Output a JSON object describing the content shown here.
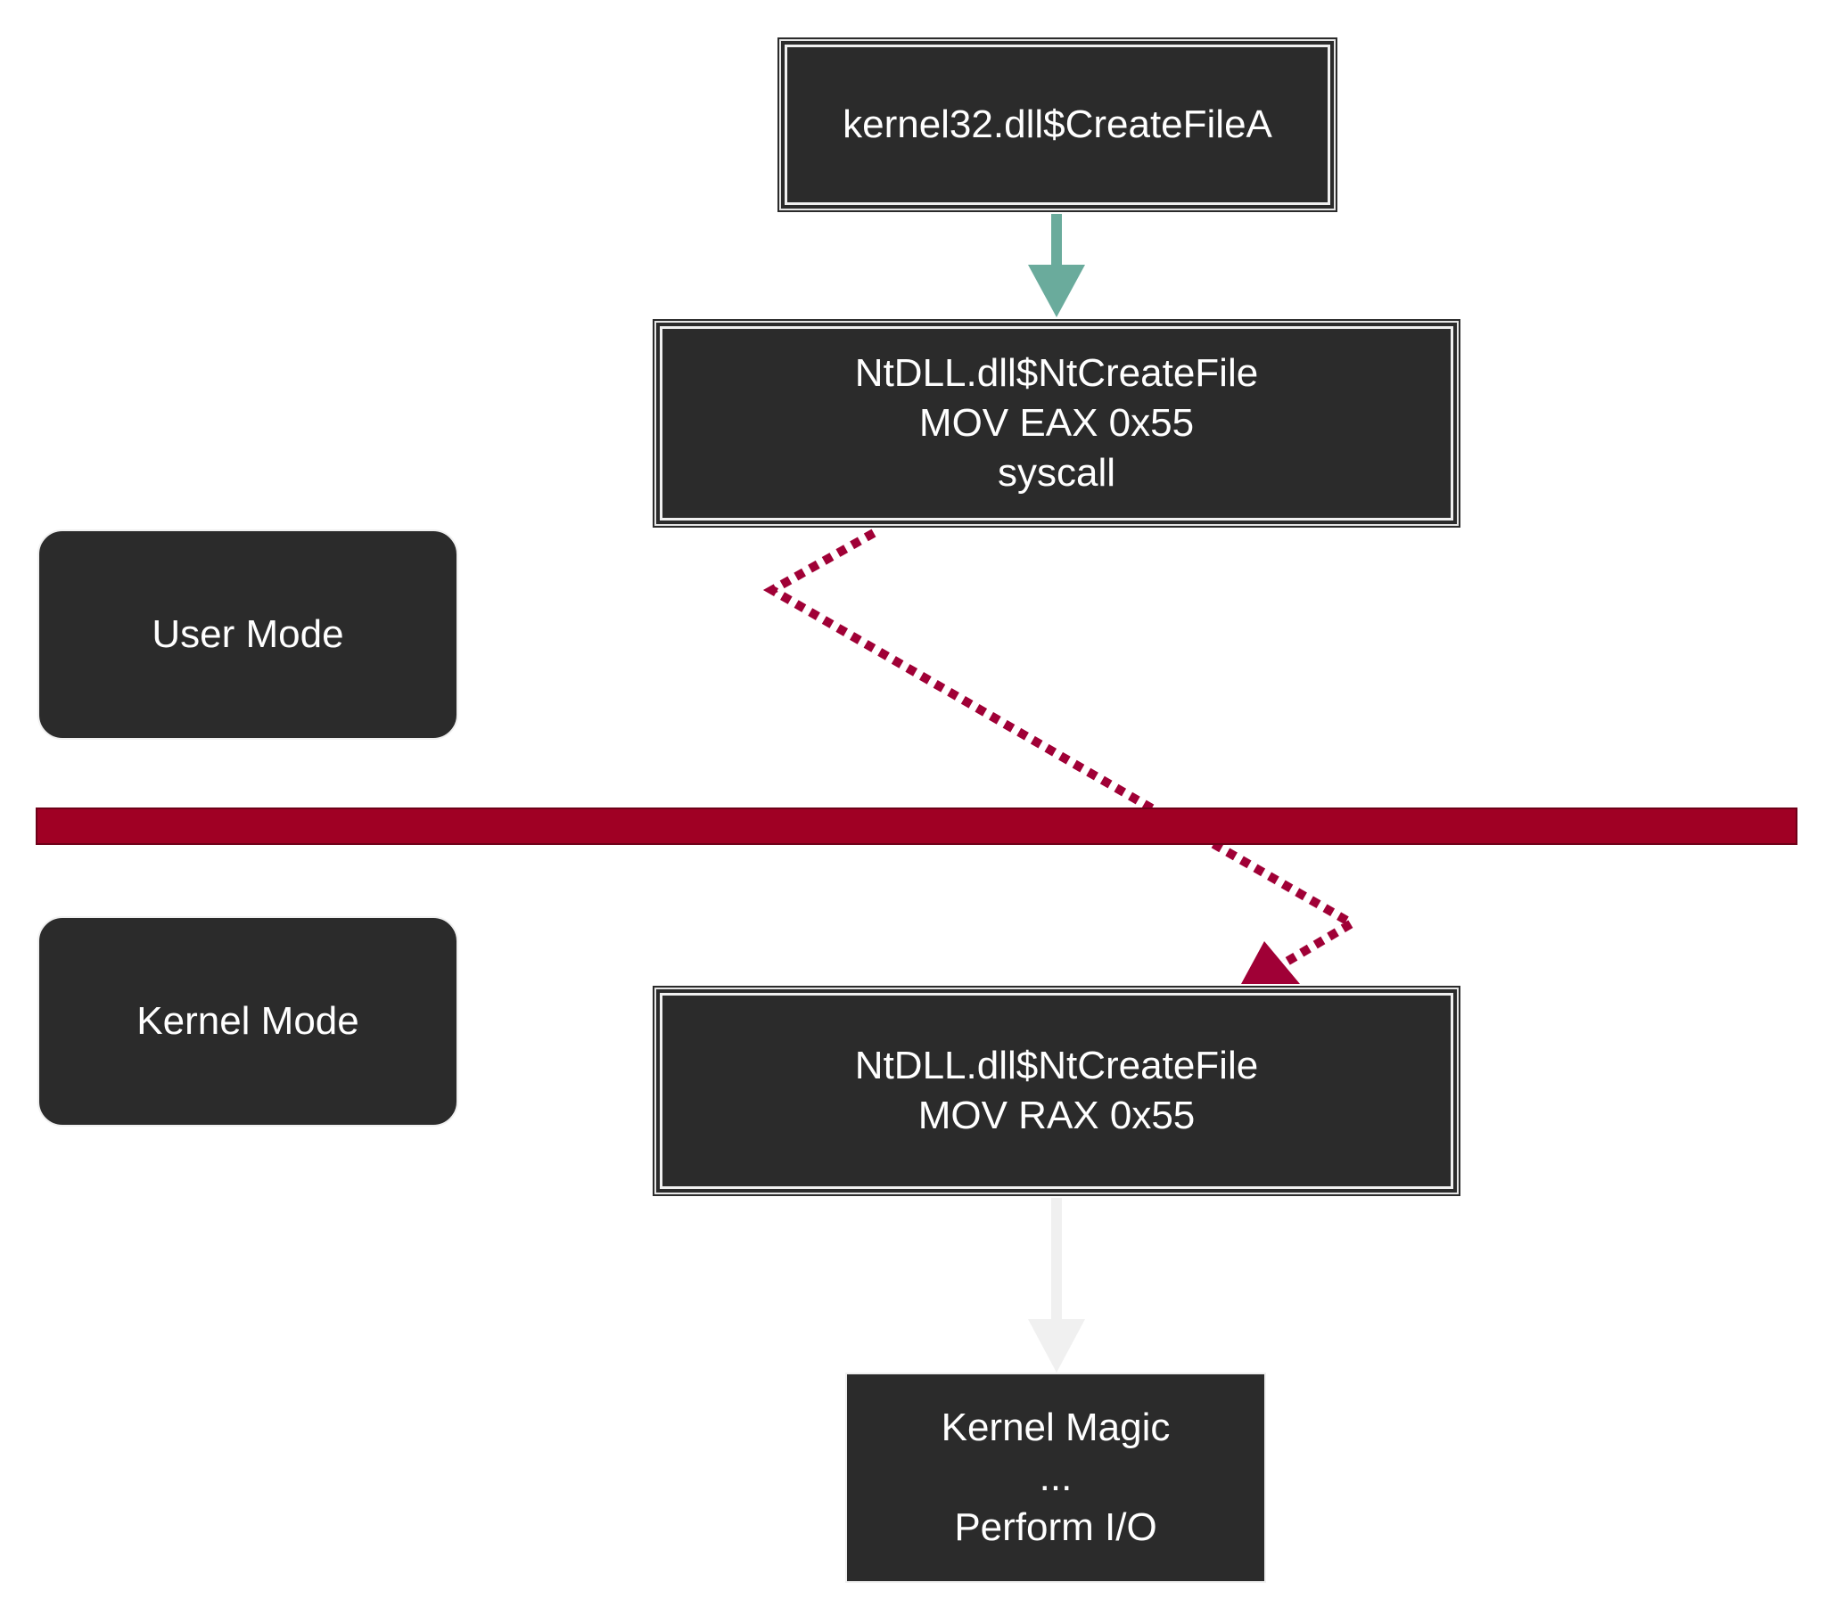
{
  "nodes": {
    "create_file_a": {
      "lines": [
        "kernel32.dll$CreateFileA"
      ]
    },
    "ntdll_user": {
      "lines": [
        "NtDLL.dll$NtCreateFile",
        "MOV EAX 0x55",
        "syscall"
      ]
    },
    "ntdll_kernel": {
      "lines": [
        "NtDLL.dll$NtCreateFile",
        "MOV RAX 0x55"
      ]
    },
    "kernel_magic": {
      "lines": [
        "Kernel Magic",
        "...",
        "Perform I/O"
      ]
    }
  },
  "labels": {
    "user_mode": "User Mode",
    "kernel_mode": "Kernel Mode"
  },
  "colors": {
    "node_fill": "#2b2b2b",
    "boundary_fill": "#a00024",
    "arrow_teal": "#6aab9c",
    "arrow_dotted": "#a00036",
    "arrow_light": "#f0f0f0"
  }
}
